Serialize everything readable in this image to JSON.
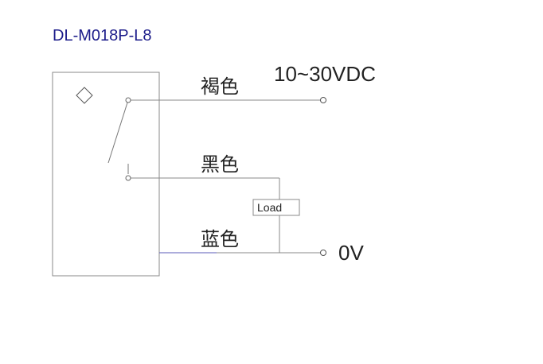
{
  "diagram": {
    "model": "DL-M018P-L8",
    "wires": {
      "brown": {
        "label": "褐色",
        "terminal": "10~30VDC"
      },
      "black": {
        "label": "黑色"
      },
      "blue": {
        "label": "蓝色",
        "terminal": "0V"
      }
    },
    "load_label": "Load",
    "colors": {
      "title": "#1c1c8a",
      "line": "#888888",
      "blue_wire": "#5b5bb8",
      "text": "#222222"
    }
  }
}
